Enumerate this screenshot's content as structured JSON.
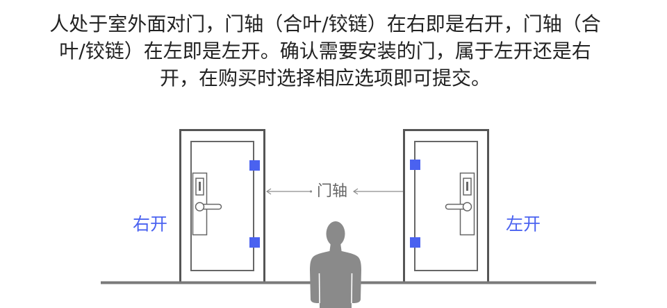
{
  "instruction": {
    "lines": [
      "人处于室外面对门，门轴（合叶/铰链）在右即是右开，门轴（合",
      "叶/铰链）在左即是左开。确认需要安装的门，属于左开还是右",
      "开，在购买时选择相应选项即可提交。"
    ]
  },
  "diagram": {
    "hinge_label": "门轴",
    "left_door_label": "右开",
    "right_door_label": "左开"
  },
  "colors": {
    "text": "#222222",
    "accent_blue": "#4a62f0",
    "frame_gray": "#555555",
    "panel_gray": "#666666",
    "line_gray": "#7a7a7a",
    "pointer_gray": "#8c8c8c",
    "pointer_label": "#666666",
    "figure_gray": "#8a8a8a"
  }
}
